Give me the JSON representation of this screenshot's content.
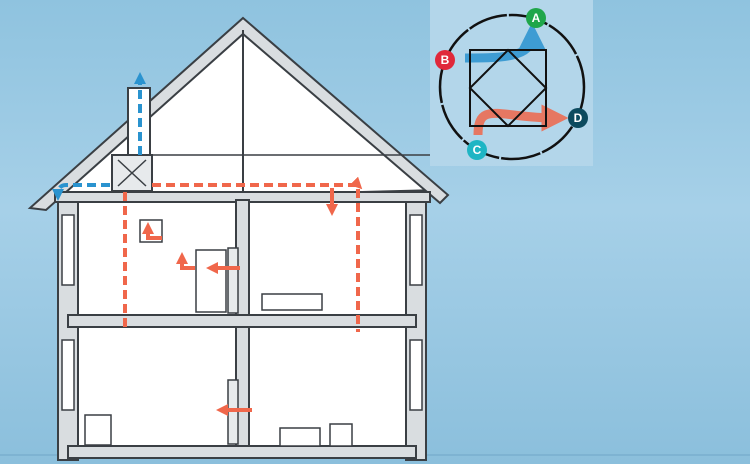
{
  "diagram": {
    "type": "house-heat-recovery-ventilation",
    "inset": {
      "labels": [
        {
          "id": "A",
          "text": "A",
          "color": "#1fa64a"
        },
        {
          "id": "B",
          "text": "B",
          "color": "#e0283a"
        },
        {
          "id": "C",
          "text": "C",
          "color": "#1fb5c4"
        },
        {
          "id": "D",
          "text": "D",
          "color": "#0c4a5e"
        }
      ]
    },
    "colors": {
      "supply_air": "#f0674b",
      "exhaust_air": "#2a93cf",
      "wall": "#d9dde0",
      "outline": "#3a3f44",
      "interior": "#ffffff"
    }
  }
}
